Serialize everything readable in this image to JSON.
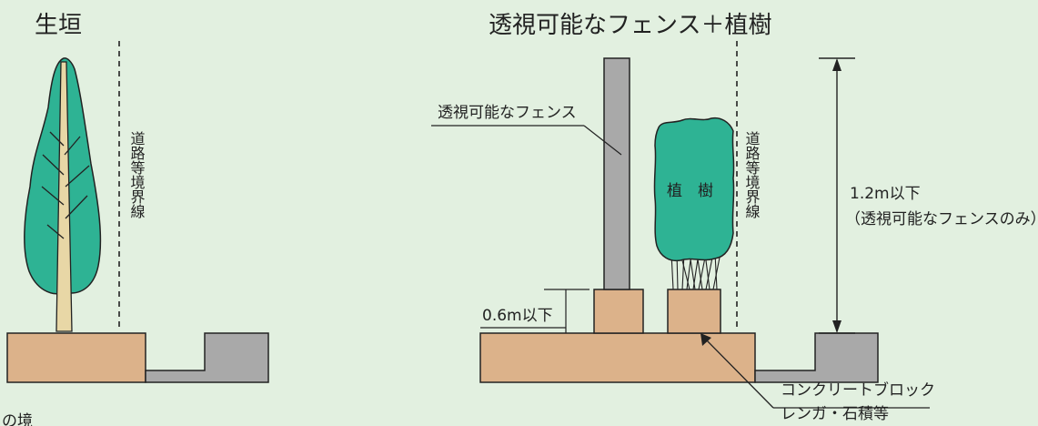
{
  "left": {
    "title": "生垣",
    "boundary_label": "道路等境界線"
  },
  "right": {
    "title": "透視可能なフェンス＋植樹",
    "fence_label": "透視可能なフェンス",
    "tree_label": "植　樹",
    "boundary_label": "道路等境界線",
    "height_label": "1.2m以下",
    "height_note": "（透視可能なフェンスのみ）",
    "base_height_label": "0.6m以下",
    "block_label_1": "コンクリートブロック",
    "block_label_2": "レンガ・石積等"
  },
  "footer_partial": "の境",
  "colors": {
    "background": "#e2f0e0",
    "ground": "#dcb28a",
    "road": "#a9a9a9",
    "foliage": "#2eb394",
    "fence": "#a9a9a9",
    "trunk": "#e8d7a6",
    "line": "#222222"
  }
}
